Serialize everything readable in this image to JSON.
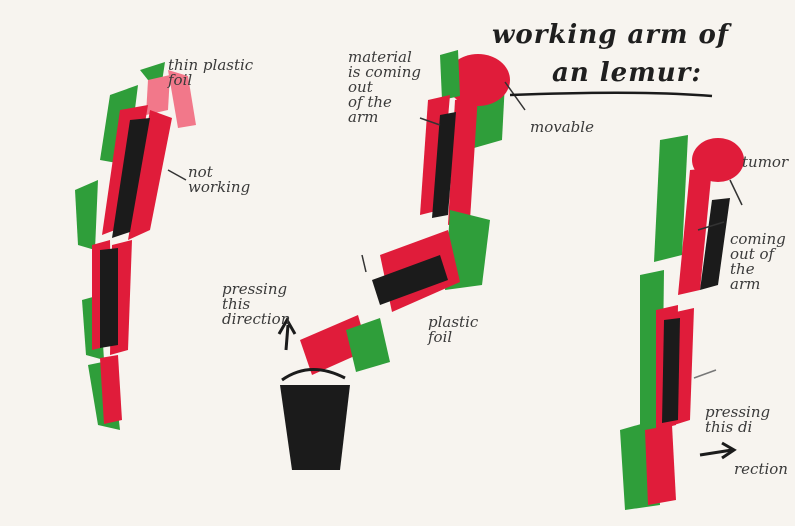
{
  "title": {
    "line1": "working arm of",
    "line2": "an lemur:"
  },
  "colors": {
    "paper": "#f7f4ef",
    "red": "#e01c3a",
    "green": "#2f9e3a",
    "black": "#1b1b1b",
    "pink": "#f2788a"
  },
  "left_arm": {
    "label_foil": "thin plastic\nfoil",
    "label_status": "not\nworking"
  },
  "middle_arm": {
    "label_material": "material\nis coming\nout\nof the\narm",
    "label_movable": "movable",
    "label_plastic": "plastic\nfoil",
    "label_pressing": "pressing\nthis\ndirection"
  },
  "right_arm": {
    "label_tumor": "tumor",
    "label_coming": "coming\nout of\nthe\narm",
    "label_pressing": "pressing\nthis di",
    "label_rection": "rection"
  }
}
